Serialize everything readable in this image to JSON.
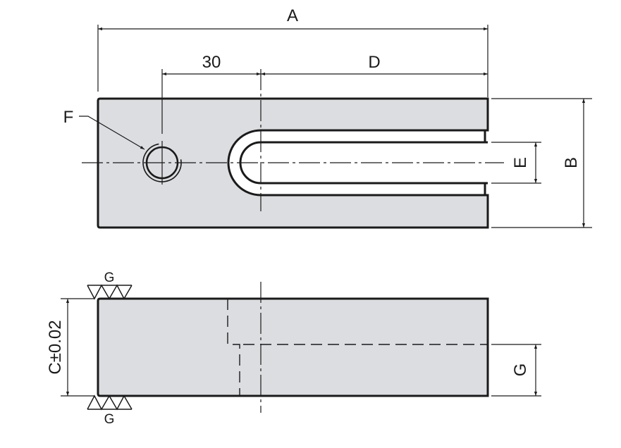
{
  "drawing": {
    "dimensions": {
      "overall_length": "A",
      "hole_offset": "30",
      "slot_length": "D",
      "width": "B",
      "slot_width": "E",
      "hole": "F",
      "thickness": "C±0.02",
      "step_height": "G"
    },
    "surface_finish": {
      "top": "G",
      "bottom": "G"
    },
    "colors": {
      "part_fill": "#dcdde0",
      "line": "#1a1a1a"
    }
  }
}
